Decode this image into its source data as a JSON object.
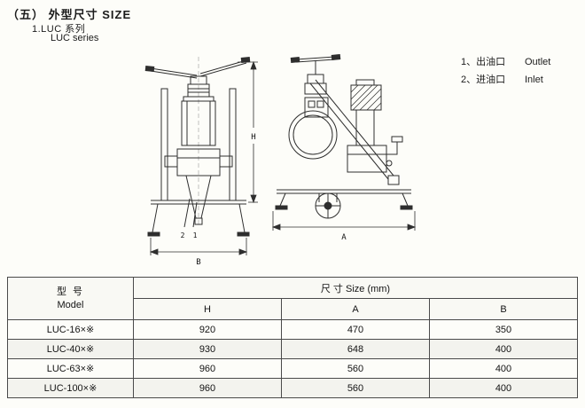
{
  "header": {
    "title": "（五） 外型尺寸  SIZE",
    "series_cn": "1.LUC 系列",
    "series_en": "LUC series"
  },
  "legend": {
    "outlet_cn": "1、出油口",
    "outlet_en": "Outlet",
    "inlet_cn": "2、进油口",
    "inlet_en": "Inlet"
  },
  "drawing": {
    "dim_h": "H",
    "dim_a": "A",
    "dim_b": "B",
    "label_port_inlet": "2",
    "label_port_outlet": "1"
  },
  "table": {
    "header": {
      "model_cn": "型  号",
      "model_en": "Model",
      "size_title": "尺  寸   Size (mm)",
      "col_h": "H",
      "col_a": "A",
      "col_b": "B"
    },
    "rows": [
      {
        "model": "LUC-16×※",
        "h": "920",
        "a": "470",
        "b": "350"
      },
      {
        "model": "LUC-40×※",
        "h": "930",
        "a": "648",
        "b": "400"
      },
      {
        "model": "LUC-63×※",
        "h": "960",
        "a": "560",
        "b": "400"
      },
      {
        "model": "LUC-100×※",
        "h": "960",
        "a": "560",
        "b": "400"
      }
    ]
  },
  "colors": {
    "ink": "#141414",
    "line": "#2e2e2e",
    "paper": "#fdfdf9"
  }
}
